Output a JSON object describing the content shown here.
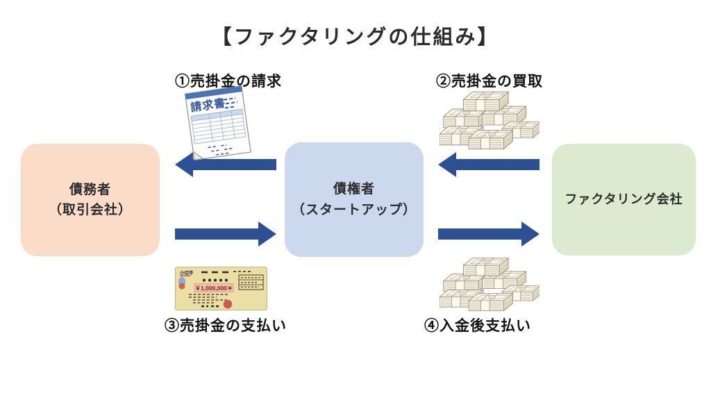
{
  "title": "【ファクタリングの仕組み】",
  "steps": {
    "step1": "①売掛金の請求",
    "step2": "②売掛金の買取",
    "step3": "③売掛金の支払い",
    "step4": "④入金後支払い"
  },
  "nodes": {
    "debtor": {
      "line1": "債務者",
      "line2": "（取引会社）"
    },
    "creditor": {
      "line1": "債権者",
      "line2": "（スタートアップ）"
    },
    "factoring": {
      "label": "ファクタリング会社"
    }
  },
  "illustrations": {
    "invoice_label": "請求書",
    "check_label": "小切手",
    "check_amount": "￥1,000,000＊"
  },
  "colors": {
    "arrow_blue": "#2d5094",
    "debtor_box": "#fadcc9",
    "creditor_box": "#ccd8ed",
    "factoring_box": "#dcead0",
    "invoice_blue": "#33579c",
    "check_paper": "#ebdfa6",
    "amount_box_pink": "#f2c0ad",
    "stamp_red": "#cf5b4e"
  }
}
